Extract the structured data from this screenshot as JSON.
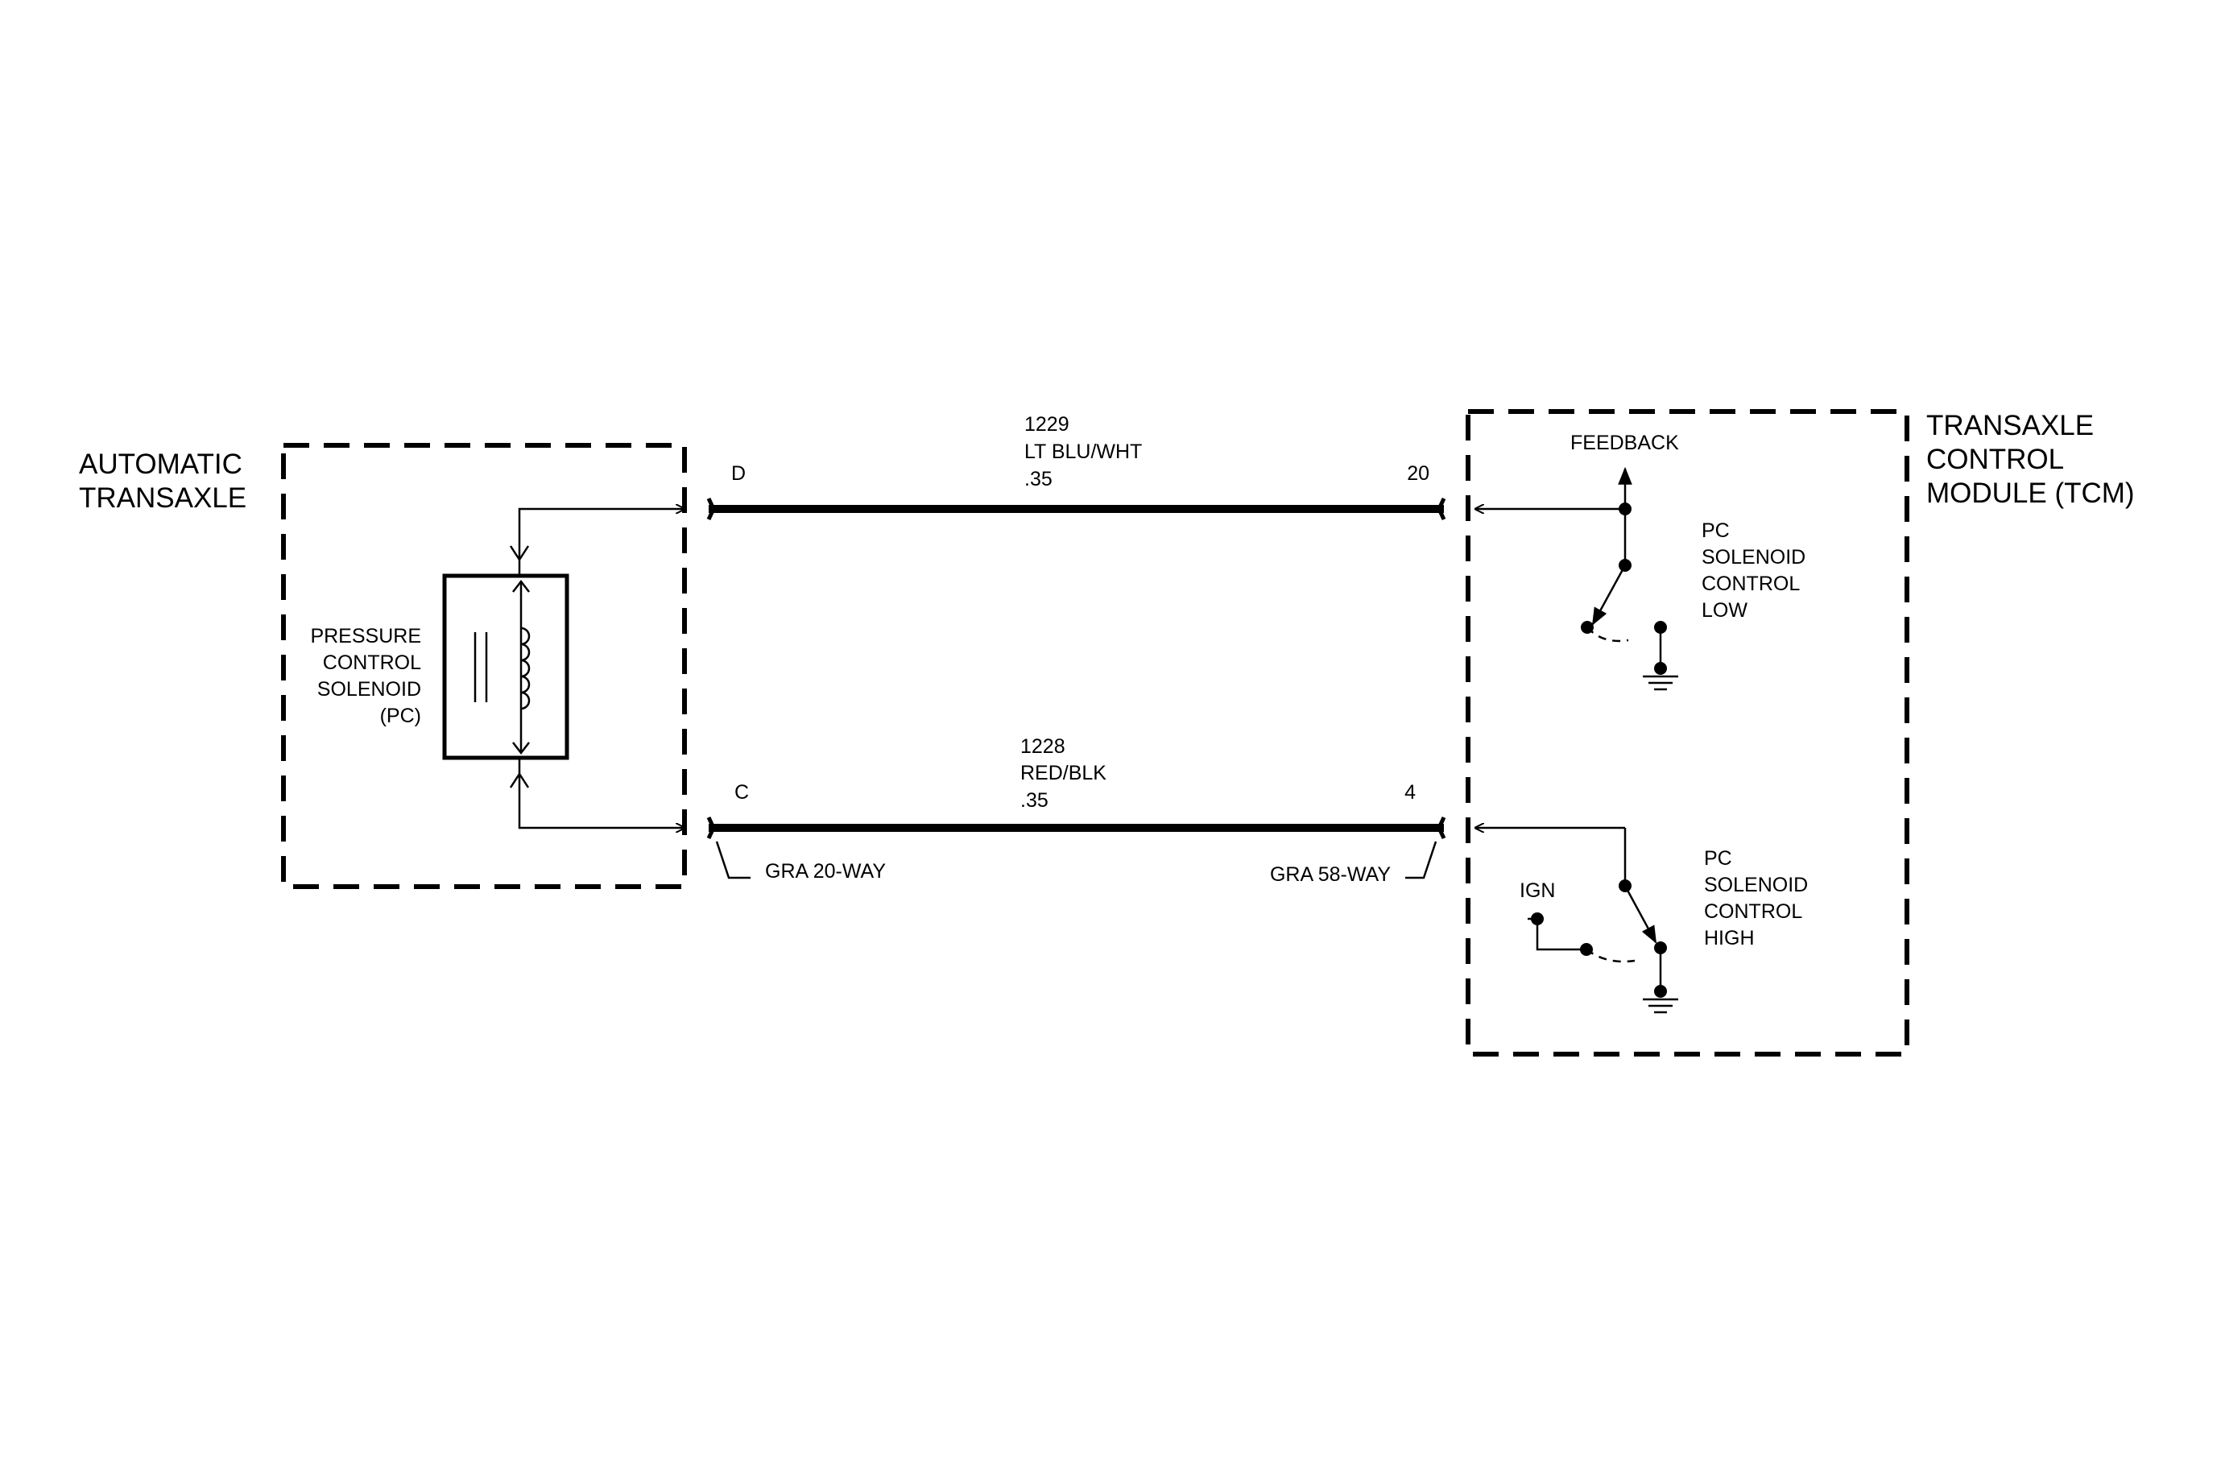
{
  "modules": {
    "transaxle_label": [
      "AUTOMATIC",
      "TRANSAXLE"
    ],
    "tcm_label": [
      "TRANSAXLE",
      "CONTROL",
      "MODULE (TCM)"
    ]
  },
  "solenoid": {
    "label": [
      "PRESSURE",
      "CONTROL",
      "SOLENOID",
      "(PC)"
    ]
  },
  "wires": [
    {
      "circuit": "1229",
      "color": "LT BLU/WHT",
      "gauge": ".35",
      "left_pin": "D",
      "right_pin": "20"
    },
    {
      "circuit": "1228",
      "color": "RED/BLK",
      "gauge": ".35",
      "left_pin": "C",
      "right_pin": "4"
    }
  ],
  "connectors": {
    "left": "GRA 20-WAY",
    "right": "GRA 58-WAY"
  },
  "tcm_internal": {
    "feedback": "FEEDBACK",
    "low_label": [
      "PC",
      "SOLENOID",
      "CONTROL",
      "LOW"
    ],
    "high_label": [
      "PC",
      "SOLENOID",
      "CONTROL",
      "HIGH"
    ],
    "ign": "IGN"
  },
  "colors": {
    "line": "#000000",
    "background": "#ffffff"
  }
}
